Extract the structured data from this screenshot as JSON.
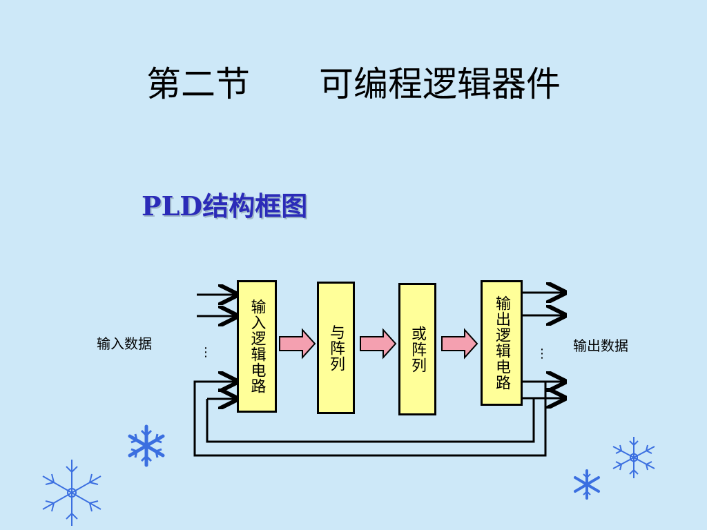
{
  "slide": {
    "title": "第二节　　可编程逻辑器件",
    "subtitle": "PLD结构框图"
  },
  "diagram": {
    "input_label": "输入数据",
    "output_label": "输出数据",
    "blocks": [
      {
        "id": "input-logic",
        "label": "输入逻辑电路"
      },
      {
        "id": "and-array",
        "label": "与阵列"
      },
      {
        "id": "or-array",
        "label": "或阵列"
      },
      {
        "id": "output-logic",
        "label": "输出逻辑电路"
      }
    ],
    "ellipsis": "⋮"
  },
  "colors": {
    "background": "#cde8f8",
    "block_fill": "#ffff99",
    "flow_arrow": "#f4a0b0",
    "subtitle": "#2b2bb8",
    "snowflake": "#3b6fe0"
  }
}
